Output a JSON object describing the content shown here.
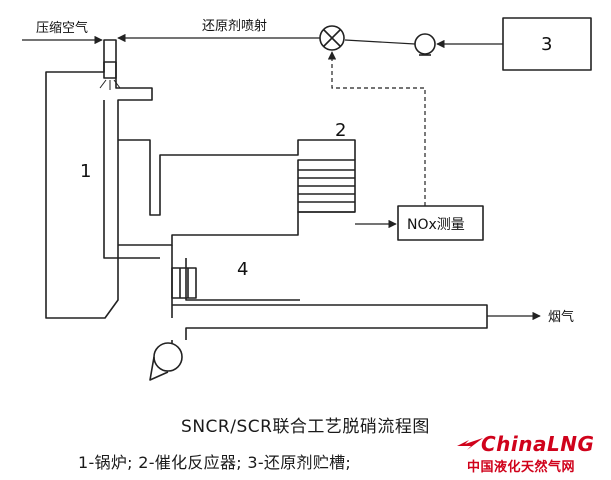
{
  "diagram": {
    "labels": {
      "compressed_air": "压缩空气",
      "reductant_injection": "还原剂喷射",
      "nox_measurement": "NOx测量",
      "flue_gas": "烟气",
      "num_1": "1",
      "num_2": "2",
      "num_3": "3",
      "num_4": "4"
    }
  },
  "caption": {
    "title": "SNCR/SCR联合工艺脱硝流程图",
    "legend": "1-锅炉; 2-催化反应器; 3-还原剂贮槽;"
  },
  "watermark": {
    "brand": "ChinaLNG",
    "subtitle": "中国液化天然气网"
  }
}
